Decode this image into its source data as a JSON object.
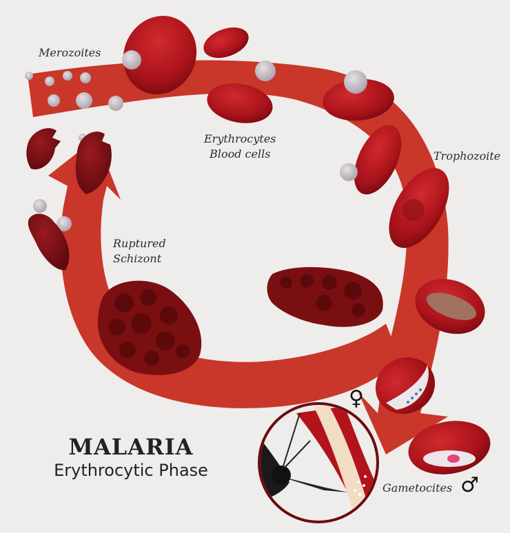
{
  "title": {
    "main": "MALARIA",
    "sub": "Erythrocytic Phase"
  },
  "labels": {
    "merozoites": "Merozoites",
    "erythrocytes_line1": "Erythrocytes",
    "erythrocytes_line2": "Blood cells",
    "trophozoite": "Trophozoite",
    "ruptured_line1": "Ruptured",
    "ruptured_line2": "Schizont",
    "gametocites": "Gametocites"
  },
  "symbols": {
    "female": "♀",
    "male": "♂"
  },
  "colors": {
    "background": "#efedeb",
    "arrow": "#c9362a",
    "cell_red": "#b3141c",
    "cell_dark": "#7e0c12",
    "schizont": "#6e0f12",
    "parasite": "#c9c3c8"
  }
}
